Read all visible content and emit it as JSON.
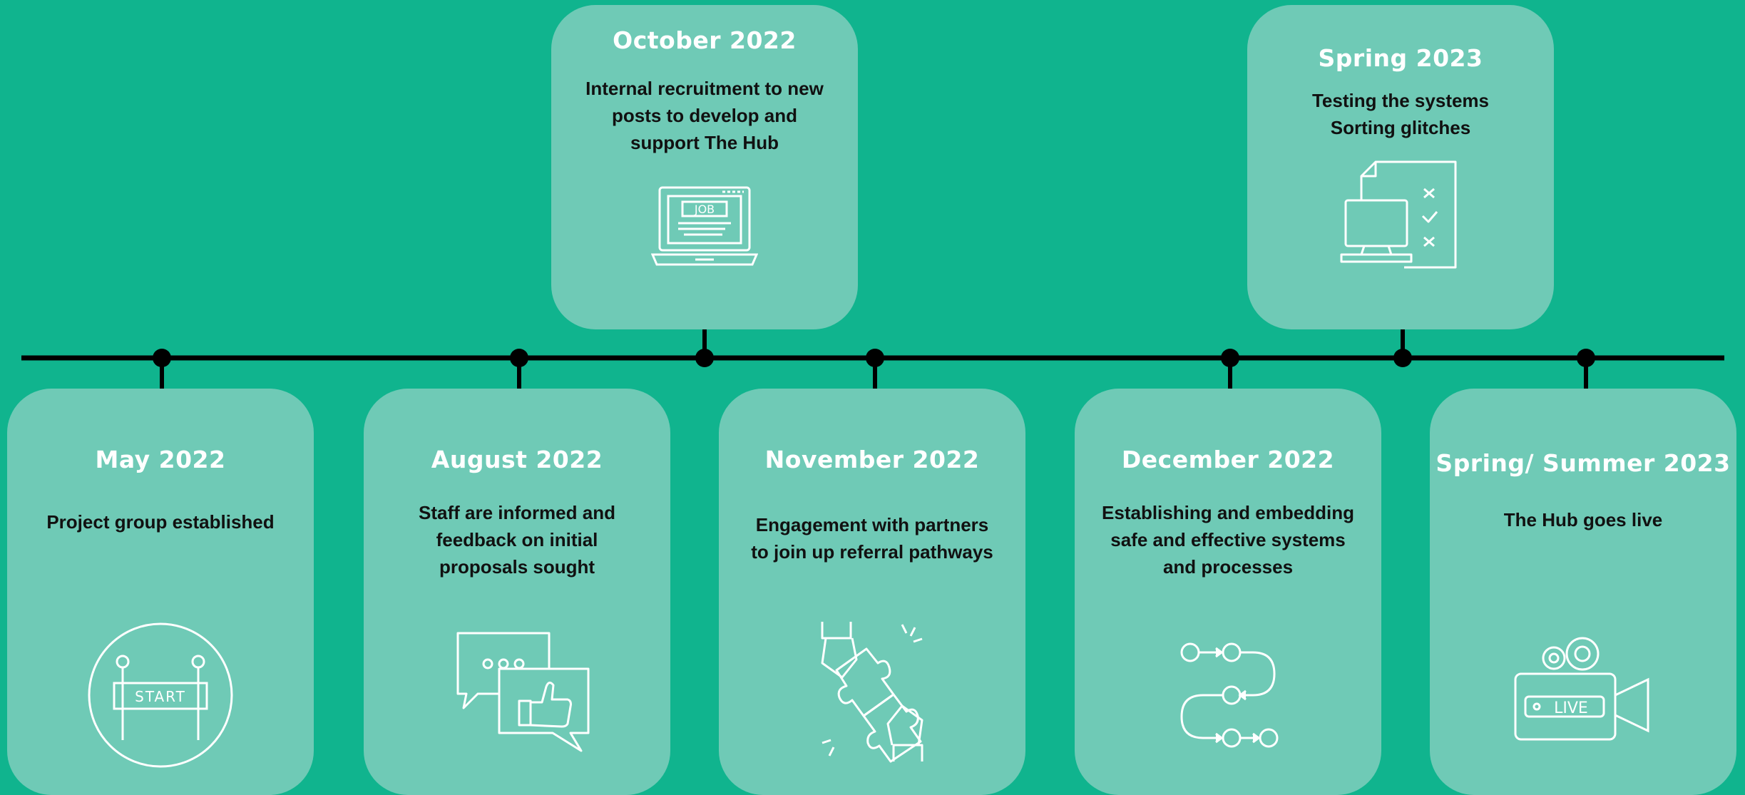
{
  "colors": {
    "background": "#10b48e",
    "card": "#6fcab6",
    "line": "#000000",
    "title": "#ffffff",
    "text": "#111111"
  },
  "milestones": [
    {
      "id": "may-2022",
      "title": "May 2022",
      "description": "Project group established",
      "icon": "start-banner-icon",
      "position": "below"
    },
    {
      "id": "august-2022",
      "title": "August 2022",
      "description": "Staff are informed and\nfeedback on initial\nproposals sought",
      "icon": "feedback-thumbs-up-icon",
      "position": "below"
    },
    {
      "id": "october-2022",
      "title": "October 2022",
      "description": "Internal recruitment to new\nposts to develop and\nsupport The Hub",
      "icon": "job-laptop-icon",
      "position": "above"
    },
    {
      "id": "november-2022",
      "title": "November 2022",
      "description": "Engagement with partners\nto join up referral pathways",
      "icon": "puzzle-hands-icon",
      "position": "below"
    },
    {
      "id": "december-2022",
      "title": "December 2022",
      "description": "Establishing and embedding\nsafe and effective systems\nand processes",
      "icon": "process-flow-icon",
      "position": "below"
    },
    {
      "id": "spring-2023",
      "title": "Spring 2023",
      "description": "Testing the systems\nSorting glitches",
      "icon": "testing-checklist-icon",
      "position": "above"
    },
    {
      "id": "spring-summer-2023",
      "title": "Spring/ Summer 2023",
      "description": "The Hub goes live",
      "icon": "live-camera-icon",
      "position": "below"
    }
  ],
  "icon_labels": {
    "start": "START",
    "job": "JOB",
    "live": "LIVE"
  }
}
